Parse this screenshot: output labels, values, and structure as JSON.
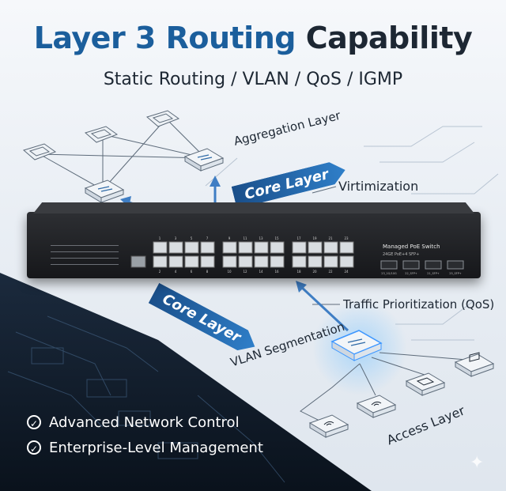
{
  "title": {
    "part1": "Layer 3 Routing",
    "part2": "Capability"
  },
  "subtitle": "Static Routing / VLAN / QoS / IGMP",
  "labels": {
    "aggregation": "Aggregation Layer",
    "virtualization": "Virtimization",
    "traffic": "Traffic Prioritization (QoS)",
    "vlan": "VLAN Segmentation",
    "access": "Access Layer"
  },
  "ribbons": {
    "core_top": "Core Layer",
    "core_bottom": "Core Layer"
  },
  "switch": {
    "model": "Managed PoE Switch",
    "spec": "24GE PoE+4 SFP+",
    "port_numbers_top": [
      "1",
      "3",
      "5",
      "7",
      "9",
      "11",
      "13",
      "15",
      "17",
      "19",
      "21",
      "23"
    ],
    "port_numbers_bottom": [
      "2",
      "4",
      "6",
      "8",
      "10",
      "12",
      "14",
      "16",
      "18",
      "20",
      "22",
      "24"
    ],
    "sfp_labels": [
      "23_1G/10G",
      "22_SFP+",
      "21_SFP+",
      "25_SFP+"
    ]
  },
  "features": [
    {
      "text": "Advanced Network Control"
    },
    {
      "text": "Enterprise-Level Management"
    }
  ],
  "colors": {
    "accent": "#1b5e9c",
    "dark": "#1d2733",
    "glow": "#3c96ff"
  },
  "icons": [
    "monitor-icon",
    "switch-node-icon",
    "wifi-router-icon",
    "check-circle-icon",
    "sparkle-icon"
  ]
}
